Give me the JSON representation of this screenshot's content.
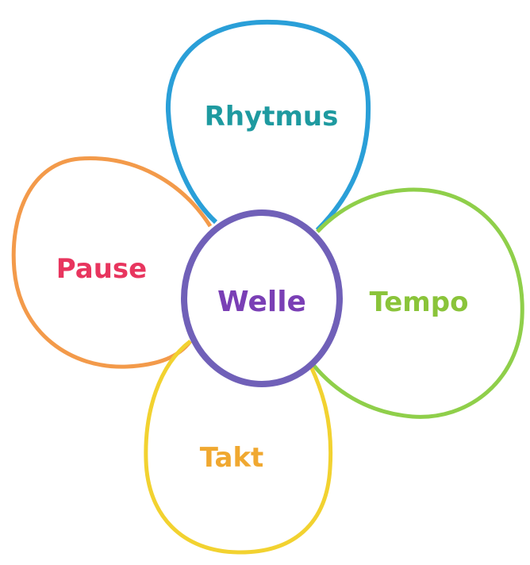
{
  "center": {
    "label": "Welle",
    "color": "#7a3fb5",
    "stroke": "#7060b8"
  },
  "petals": [
    {
      "label": "Rhytmus",
      "color": "#1e9aa0",
      "stroke": "#2a9fd8"
    },
    {
      "label": "Pause",
      "color": "#e8355e",
      "stroke": "#f39a4a"
    },
    {
      "label": "Tempo",
      "color": "#8ac43a",
      "stroke": "#8fcf4a"
    },
    {
      "label": "Takt",
      "color": "#f0a830",
      "stroke": "#f2d230"
    }
  ]
}
